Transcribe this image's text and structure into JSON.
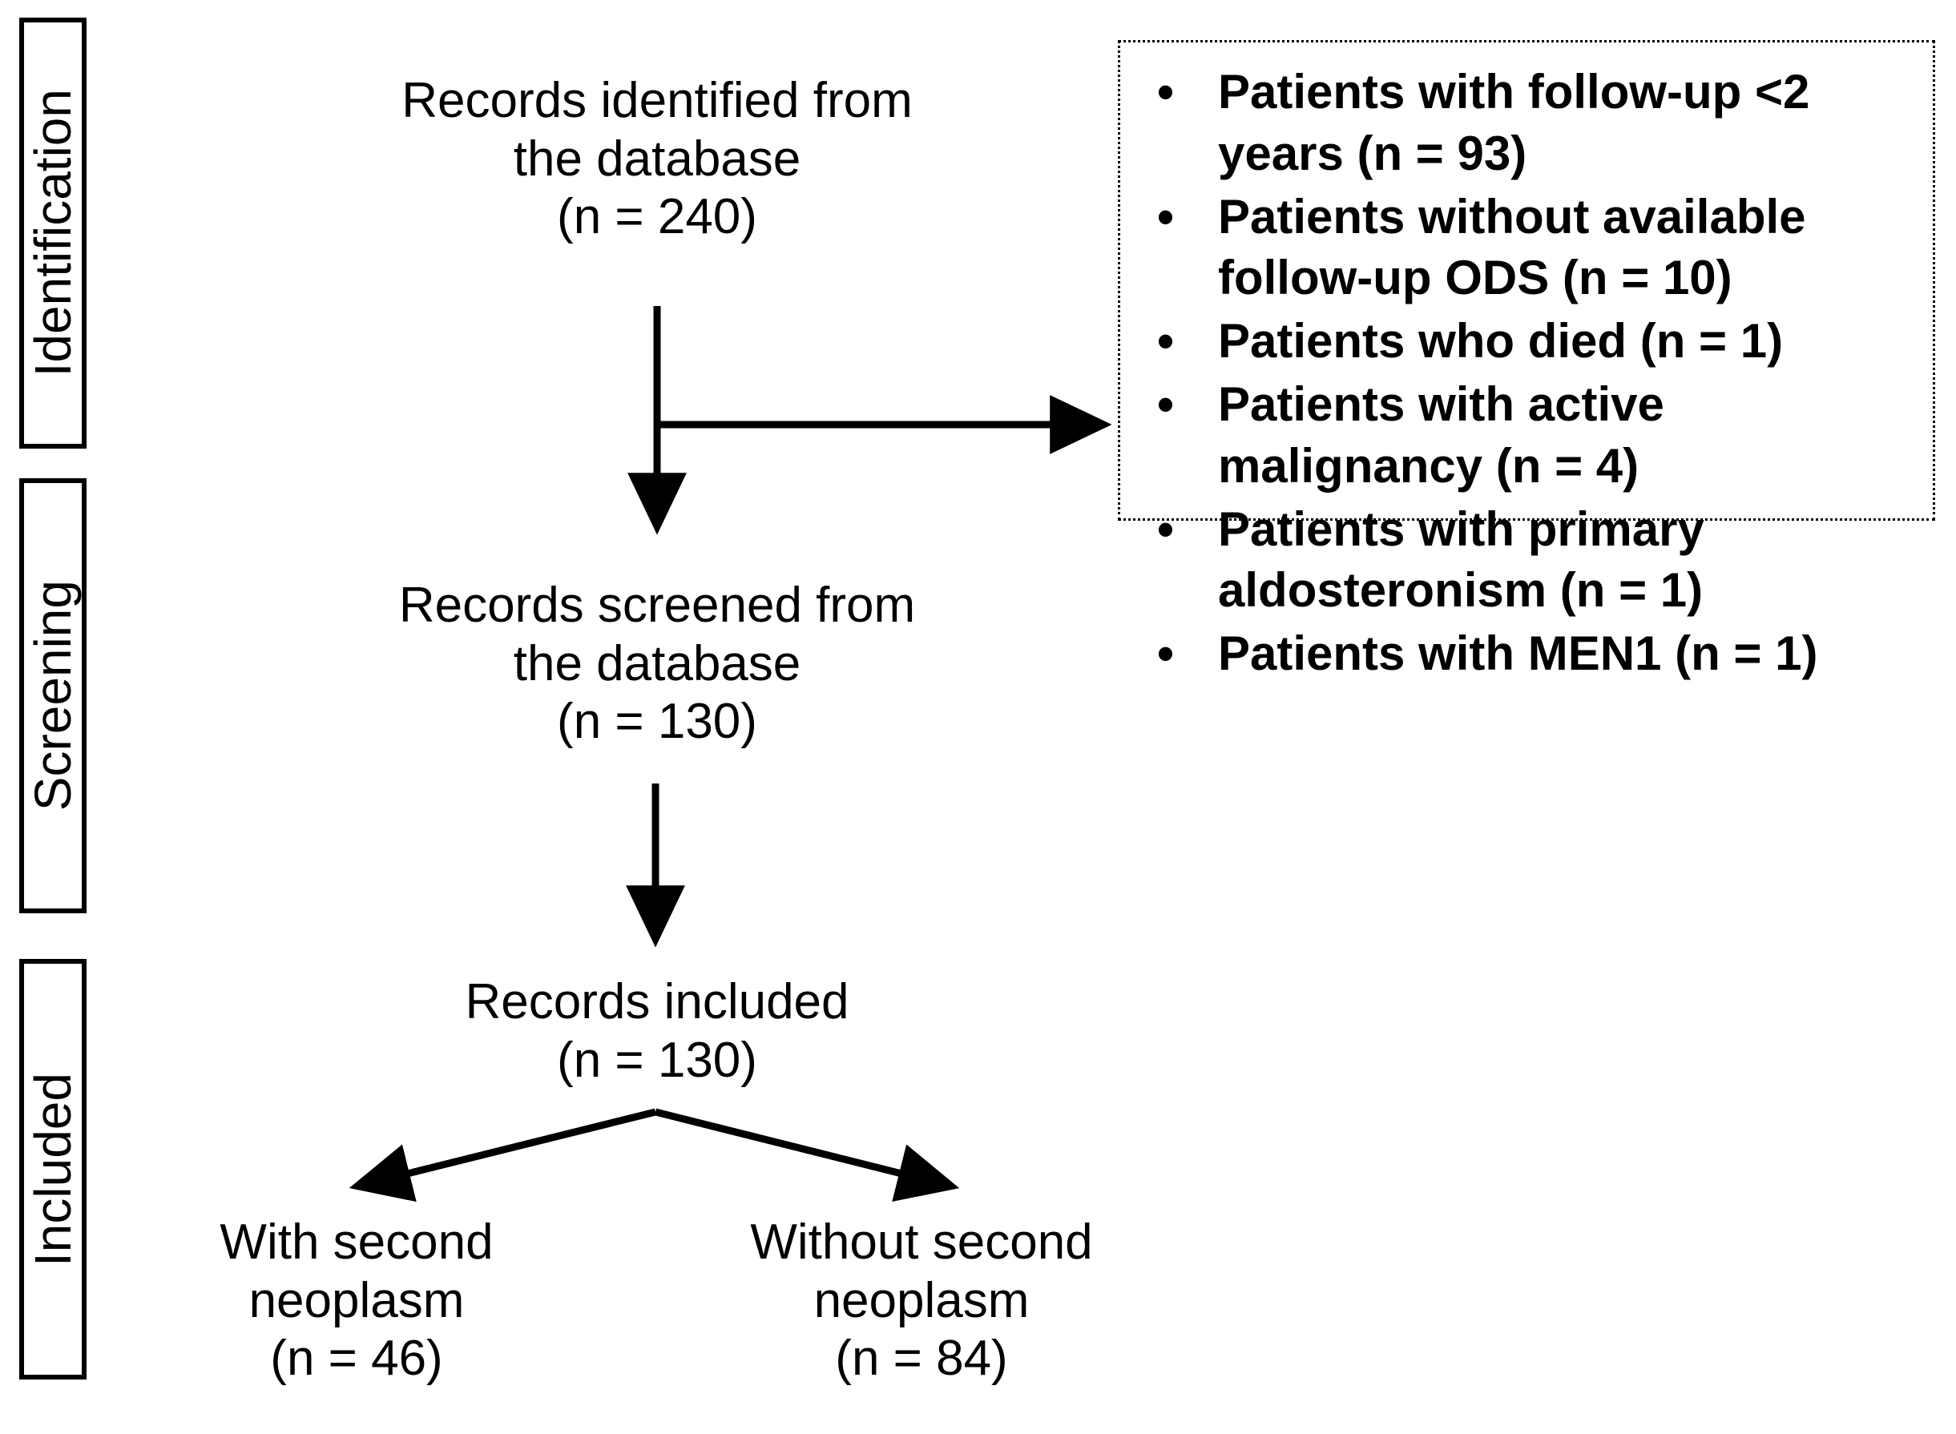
{
  "figure": {
    "type": "prisma-flow-diagram",
    "colors": {
      "stroke": "#000000",
      "background": "#ffffff",
      "text": "#000000"
    }
  },
  "stages": [
    {
      "id": "identification",
      "label": "Identification"
    },
    {
      "id": "screening",
      "label": "Screening"
    },
    {
      "id": "included",
      "label": "Included"
    }
  ],
  "flow_nodes": {
    "identified": "Records identified from\nthe database\n(n = 240)",
    "screened": "Records screened from\nthe database\n(n = 130)",
    "included": "Records included\n(n = 130)",
    "with_second_neoplasm": "With second\nneoplasm\n(n = 46)",
    "without_second_neoplasm": "Without second\nneoplasm\n(n = 84)"
  },
  "exclusions": {
    "bullet_glyph": "•",
    "items": [
      "Patients with follow-up <2 years (n = 93)",
      "Patients without available follow-up ODS (n = 10)",
      "Patients who died (n = 1)",
      "Patients with active malignancy (n = 4)",
      "Patients with primary aldosteronism (n = 1)",
      "Patients with MEN1 (n = 1)"
    ]
  },
  "counts": {
    "identified": 240,
    "screened": 130,
    "included": 130,
    "with_second_neoplasm": 46,
    "without_second_neoplasm": 84,
    "excluded_followup_lt_2y": 93,
    "excluded_no_followup_ods": 10,
    "excluded_died": 1,
    "excluded_active_malignancy": 4,
    "excluded_primary_aldosteronism": 1,
    "excluded_men1": 1
  }
}
